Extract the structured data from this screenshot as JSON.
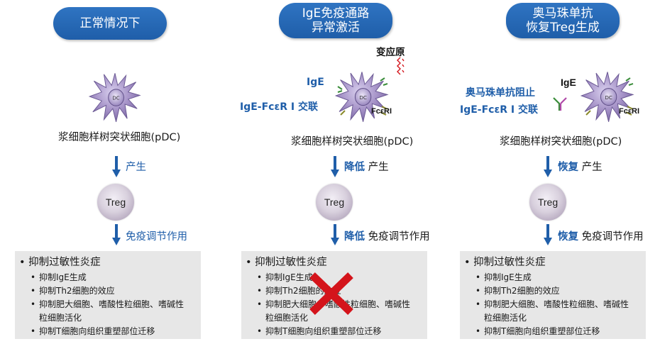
{
  "columns": [
    {
      "id": "normal",
      "title_lines": [
        "正常情况下"
      ],
      "dc_label": "浆细胞样树突状细胞(pDC)",
      "arrow1": {
        "bold": "",
        "text": "产生"
      },
      "treg_label": "Treg",
      "arrow2": {
        "bold": "",
        "text": "免疫调节作用"
      },
      "box": {
        "heading": "抑制过敏性炎症",
        "items": [
          "抑制IgE生成",
          "抑制Th2细胞的效应",
          "抑制肥大细胞、嗜酸性粒细胞、嗜碱性粒细胞活化",
          "抑制T细胞向组织重塑部位迁移"
        ]
      }
    },
    {
      "id": "ige-activation",
      "title_lines": [
        "IgE免疫通路",
        "异常激活"
      ],
      "allergen_label": "变应原",
      "ige_label": "IgE",
      "crosslink_label": "IgE-FcεR Ⅰ 交联",
      "receptor_label": "FcεRI",
      "dc_label": "浆细胞样树突状细胞(pDC)",
      "arrow1": {
        "bold": "降低",
        "text": "产生"
      },
      "treg_label": "Treg",
      "arrow2": {
        "bold": "降低",
        "text": "免疫调节作用"
      },
      "box": {
        "heading": "抑制过敏性炎症",
        "items": [
          "抑制IgE生成",
          "抑制Th2细胞的效应",
          "抑制肥大细胞、嗜酸性粒细胞、嗜碱性粒细胞活化",
          "抑制T细胞向组织重塑部位迁移"
        ]
      }
    },
    {
      "id": "omalizumab",
      "title_lines": [
        "奥马珠单抗",
        "恢复Treg生成"
      ],
      "block_label_1": "奥马珠单抗阻止",
      "block_label_2": "IgE-FcεR Ⅰ 交联",
      "ige_label": "IgE",
      "receptor_label": "FcεRI",
      "dc_label": "浆细胞样树突状细胞(pDC)",
      "arrow1": {
        "bold": "恢复",
        "text": "产生"
      },
      "treg_label": "Treg",
      "arrow2": {
        "bold": "恢复",
        "text": "免疫调节作用"
      },
      "box": {
        "heading": "抑制过敏性炎症",
        "items": [
          "抑制IgE生成",
          "抑制Th2细胞的效应",
          "抑制肥大细胞、嗜酸性粒细胞、嗜碱性粒细胞活化",
          "抑制T细胞向组织重塑部位迁移"
        ]
      }
    }
  ],
  "colors": {
    "accent_blue": "#1f5ea9",
    "dc_purple": "#a592c7",
    "box_gray": "#e7e7e7",
    "cross_red": "#d4141b"
  },
  "icons": {
    "dendritic_cell": "dendritic-cell-icon",
    "treg_cell": "treg-cell-icon",
    "blocked": "red-x-icon"
  }
}
